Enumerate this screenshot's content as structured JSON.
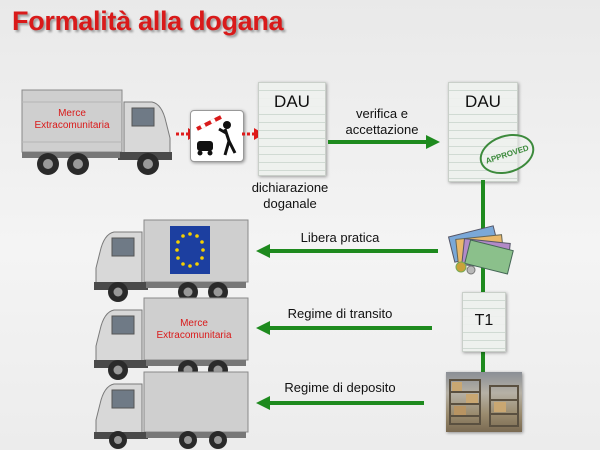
{
  "title": "Formalità alla dogana",
  "trucks": {
    "top_cargo_line1": "Merce",
    "top_cargo_line2": "Extracomunitaria",
    "transit_cargo_line1": "Merce",
    "transit_cargo_line2": "Extracomunitaria"
  },
  "documents": {
    "declaration_title": "DAU",
    "accepted_title": "DAU",
    "stamp_text": "APPROVED",
    "transit_title": "T1"
  },
  "labels": {
    "verify_line1": "verifica e",
    "verify_line2": "accettazione",
    "declaration_line1": "dichiarazione",
    "declaration_line2": "doganale",
    "free_circulation": "Libera pratica",
    "transit_regime": "Regime di transito",
    "deposit_regime": "Regime di deposito"
  },
  "colors": {
    "title": "#d91a1a",
    "arrow_green": "#1e8a1e",
    "arrow_red": "#e01b1b",
    "truck_body": "#cfcfcf",
    "eu_blue": "#1c3fa0",
    "eu_star": "#f5d000"
  }
}
